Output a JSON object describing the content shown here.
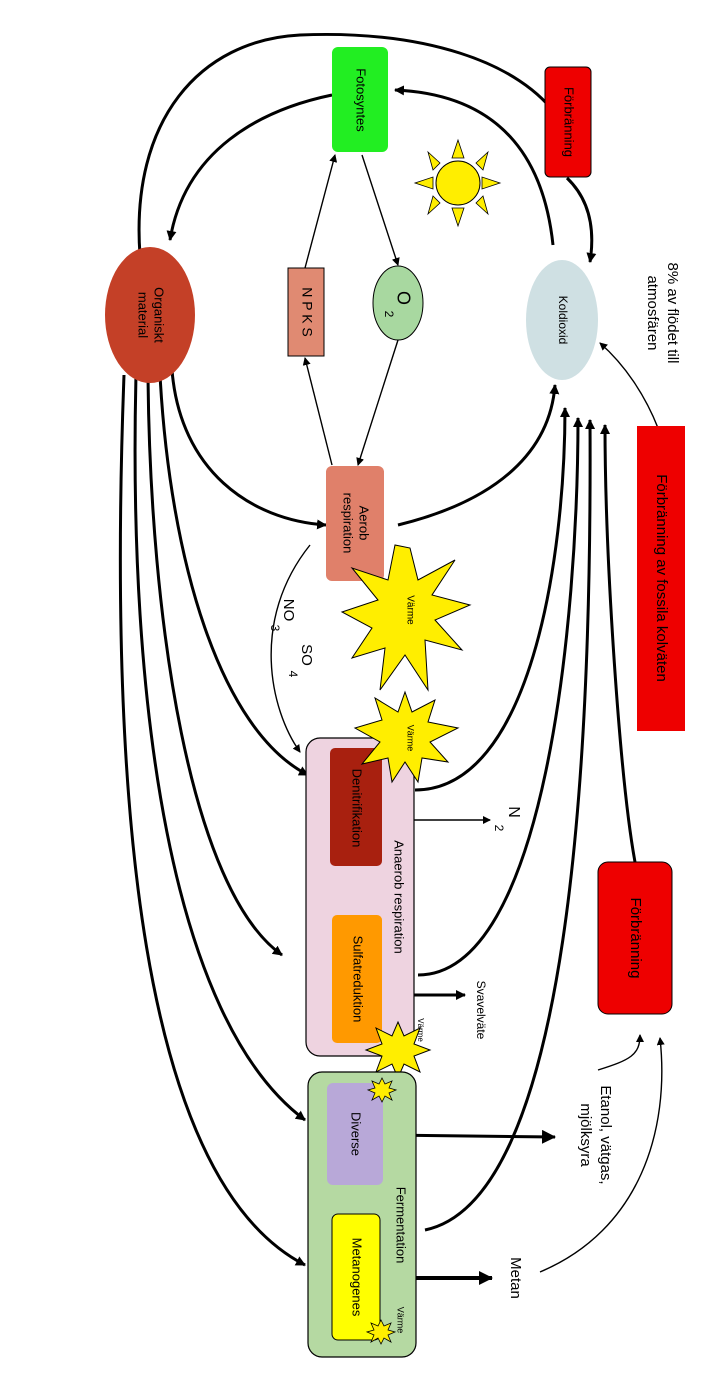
{
  "labels": {
    "fotosyntes": "Fotosyntes",
    "forbranning_top": "Förbränning",
    "organiskt_line1": "Organiskt",
    "organiskt_line2": "material",
    "npks": "N P K S",
    "o2_main": "O",
    "o2_sub": "2",
    "koldioxid": "Koldioxid",
    "atmos_line1": "8% av flödet till",
    "atmos_line2": "atmosfären",
    "fossil": "Förbränning av fossila kolväten",
    "aerob_line1": "Aerob",
    "aerob_line2": "respiration",
    "varme": "Värme",
    "no3_main": "NO",
    "no3_sub": "3",
    "so4_main": "SO",
    "so4_sub": "4",
    "denitrifikation": "Denitrifikation",
    "anaerob": "Anaerob respiration",
    "n2_main": "N",
    "n2_sub": "2",
    "sulfatreduktion": "Sulfatreduktion",
    "svavelvate": "Svavelväte",
    "forbranning_right": "Förbränning",
    "diverse": "Diverse",
    "fermentation": "Fermentation",
    "metanogenes": "Metanogenes",
    "etanol_line1": "Etanol, vätgas,",
    "etanol_line2": "mjölksyra",
    "metan": "Metan"
  },
  "colors": {
    "fotosyntes": "#22ee22",
    "forbranning": "#ee0000",
    "organiskt": "#c44027",
    "npks": "#e08a72",
    "o2": "#a8d8a0",
    "koldioxid": "#cfe0e3",
    "aerob": "#e0806a",
    "sun": "#ffee00",
    "anaerob_bg": "#eed3e0",
    "denitrifikation": "#a8200f",
    "sulfatreduktion": "#ff9900",
    "fermentation_bg": "#b5d9a2",
    "diverse": "#b8a8d8",
    "metanogenes": "#ffff00"
  }
}
